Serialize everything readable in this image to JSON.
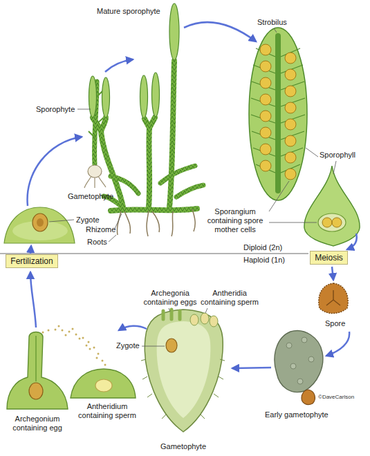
{
  "diagram": {
    "nodes": [
      {
        "text": [
          "Meiosis"
        ]
      },
      {
        "text": [
          "Fertilization"
        ]
      }
    ],
    "labels": [
      "Mature sporophyte",
      "Strobilus",
      "Sporophyte",
      "Sporophyll",
      "Gametophyte",
      "Zygote",
      "Sporangium containing spore mother cells",
      "Rhizome",
      "Roots",
      "Diploid (2n)",
      "Haploid (1n)",
      "Spore",
      "Archegonia containing eggs",
      "Antheridia containing sperm",
      "Zygote",
      "Archegonium containing egg",
      "Antheridium containing sperm",
      "Early gametophyte",
      "©DaveCarlson",
      "Gametophyte"
    ]
  }
}
